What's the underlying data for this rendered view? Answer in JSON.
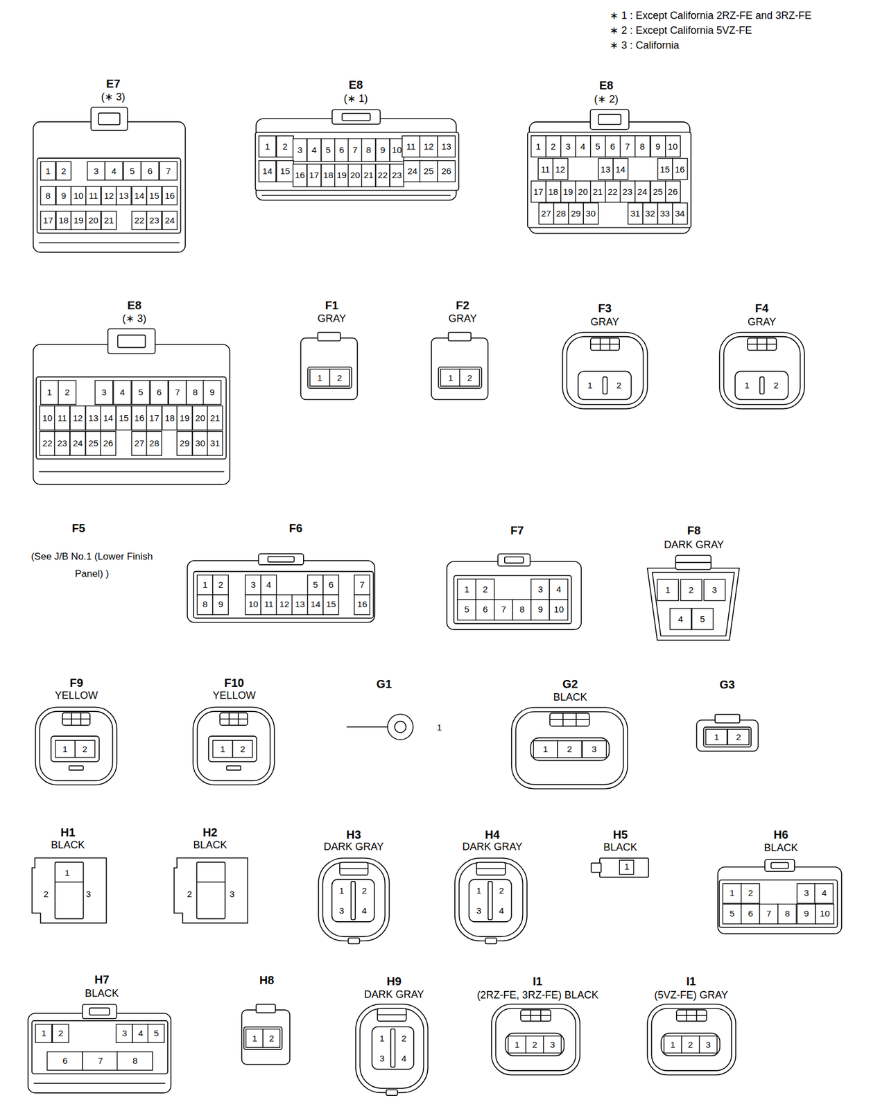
{
  "diagram": {
    "nodes": [
      {
        "text": [
          "E7",
          "(∗ 3)",
          "1",
          "2",
          "3",
          "4",
          "5",
          "6",
          "7",
          "8",
          "9",
          "10",
          "11",
          "12",
          "13",
          "14",
          "15",
          "16",
          "17",
          "18",
          "19",
          "20",
          "21",
          "22",
          "23",
          "24"
        ]
      },
      {
        "text": [
          "E8",
          "(∗ 1)",
          "1",
          "2",
          "3",
          "4",
          "5",
          "6",
          "7",
          "8",
          "9",
          "10",
          "11",
          "12",
          "13",
          "14",
          "15",
          "16",
          "17",
          "18",
          "19",
          "20",
          "21",
          "22",
          "23",
          "24",
          "25",
          "26"
        ]
      },
      {
        "text": [
          "E8",
          "(∗ 2)",
          "1",
          "2",
          "3",
          "4",
          "5",
          "6",
          "7",
          "8",
          "9",
          "10",
          "11",
          "12",
          "13",
          "14",
          "15",
          "16",
          "17",
          "18",
          "19",
          "20",
          "21",
          "22",
          "23",
          "24",
          "25",
          "26",
          "27",
          "28",
          "29",
          "30",
          "31",
          "32",
          "33",
          "34"
        ]
      },
      {
        "text": [
          "E8",
          "(∗ 3)",
          "1",
          "2",
          "3",
          "4",
          "5",
          "6",
          "7",
          "8",
          "9",
          "10",
          "11",
          "12",
          "13",
          "14",
          "15",
          "16",
          "17",
          "18",
          "19",
          "20",
          "21",
          "22",
          "23",
          "24",
          "25",
          "26",
          "27",
          "28",
          "29",
          "30",
          "31"
        ]
      },
      {
        "text": [
          "F1",
          "GRAY",
          "1",
          "2"
        ]
      },
      {
        "text": [
          "F2",
          "GRAY",
          "1",
          "2"
        ]
      },
      {
        "text": [
          "F3",
          "GRAY",
          "1",
          "2"
        ]
      },
      {
        "text": [
          "F4",
          "GRAY",
          "1",
          "2"
        ]
      },
      {
        "text": [
          "F6",
          "1",
          "2",
          "3",
          "4",
          "5",
          "6",
          "7",
          "8",
          "9",
          "10",
          "11",
          "12",
          "13",
          "14",
          "15",
          "16"
        ]
      },
      {
        "text": [
          "F7",
          "1",
          "2",
          "3",
          "4",
          "5",
          "6",
          "7",
          "8",
          "9",
          "10"
        ]
      },
      {
        "text": [
          "F8",
          "DARK GRAY",
          "1",
          "2",
          "3",
          "4",
          "5"
        ]
      },
      {
        "text": [
          "F9",
          "YELLOW",
          "1",
          "2"
        ]
      },
      {
        "text": [
          "F10",
          "YELLOW",
          "1",
          "2"
        ]
      },
      {
        "text": [
          "G1",
          "1"
        ]
      },
      {
        "text": [
          "G2",
          "BLACK",
          "1",
          "2",
          "3"
        ]
      },
      {
        "text": [
          "G3",
          "1",
          "2"
        ]
      },
      {
        "text": [
          "H1",
          "BLACK",
          "1",
          "2",
          "3"
        ]
      },
      {
        "text": [
          "H2",
          "BLACK",
          "2",
          "3"
        ]
      },
      {
        "text": [
          "H3",
          "DARK GRAY",
          "1",
          "2",
          "3",
          "4"
        ]
      },
      {
        "text": [
          "H4",
          "DARK GRAY",
          "1",
          "2",
          "3",
          "4"
        ]
      },
      {
        "text": [
          "H5",
          "BLACK",
          "1"
        ]
      },
      {
        "text": [
          "H6",
          "BLACK",
          "1",
          "2",
          "3",
          "4",
          "5",
          "6",
          "7",
          "8",
          "9",
          "10"
        ]
      },
      {
        "text": [
          "H7",
          "BLACK",
          "1",
          "2",
          "3",
          "4",
          "5",
          "6",
          "7",
          "8"
        ]
      },
      {
        "text": [
          "H8",
          "1",
          "2"
        ]
      },
      {
        "text": [
          "H9",
          "DARK GRAY",
          "1",
          "2",
          "3",
          "4"
        ]
      },
      {
        "text": [
          "I1",
          "(2RZ-FE, 3RZ-FE) BLACK",
          "1",
          "2",
          "3"
        ]
      },
      {
        "text": [
          "I1",
          "(5VZ-FE) GRAY",
          "1",
          "2",
          "3"
        ]
      }
    ],
    "labels": [
      "∗ 1 : Except California 2RZ-FE and 3RZ-FE",
      "∗ 2 : Except California 5VZ-FE",
      "∗ 3 : California",
      "F5",
      "(See J/B No.1 (Lower Finish Panel) )"
    ]
  }
}
